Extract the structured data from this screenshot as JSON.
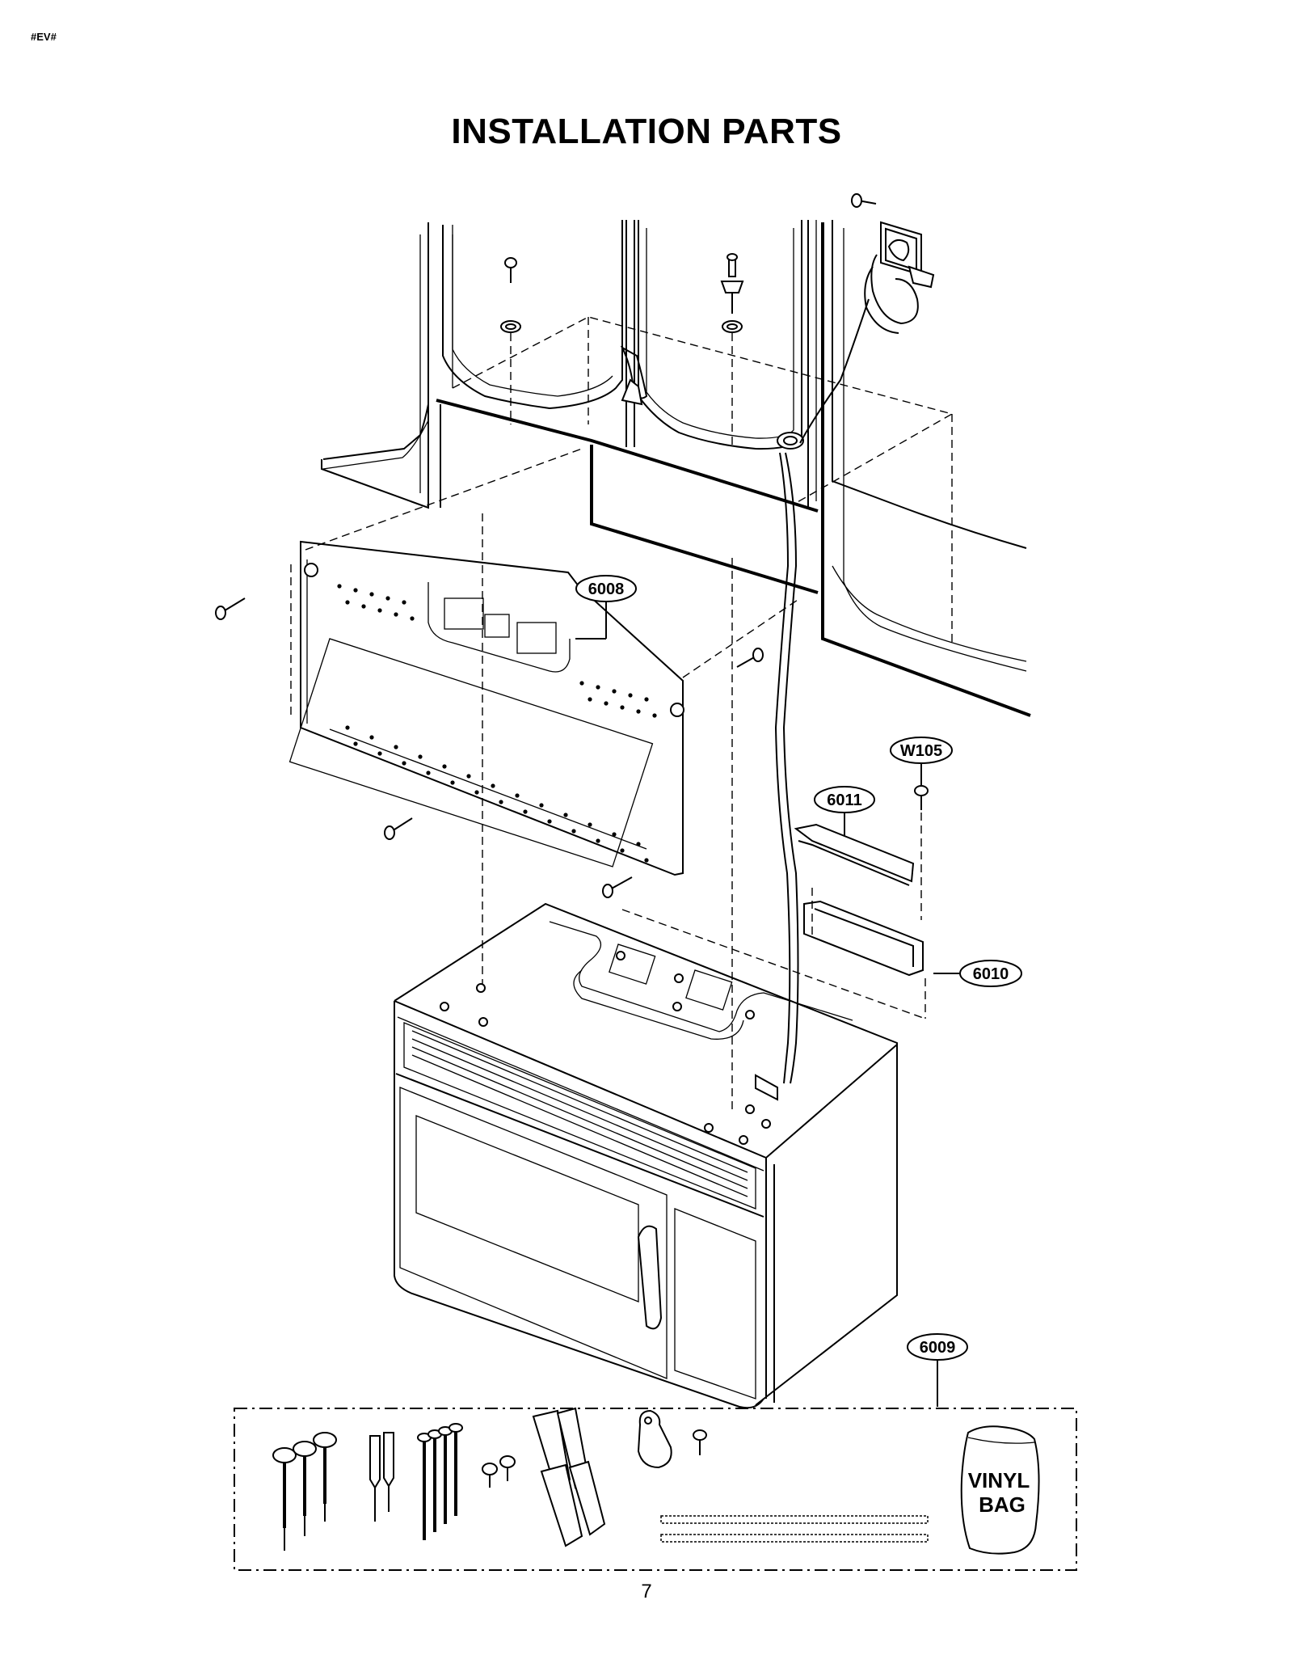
{
  "header": {
    "code": "#EV#",
    "title": "INSTALLATION PARTS"
  },
  "callouts": {
    "c6008": "6008",
    "cW105": "W105",
    "c6011": "6011",
    "c6010": "6010",
    "c6009": "6009"
  },
  "bag_label": {
    "line1": "VINYL",
    "line2": "BAG"
  },
  "footer": {
    "page_number": "7"
  },
  "icons": [
    "screw-icon",
    "toggle-bolt-icon",
    "wall-anchor-icon",
    "cable-clamp-icon",
    "power-outlet-icon",
    "vinyl-bag-icon"
  ]
}
